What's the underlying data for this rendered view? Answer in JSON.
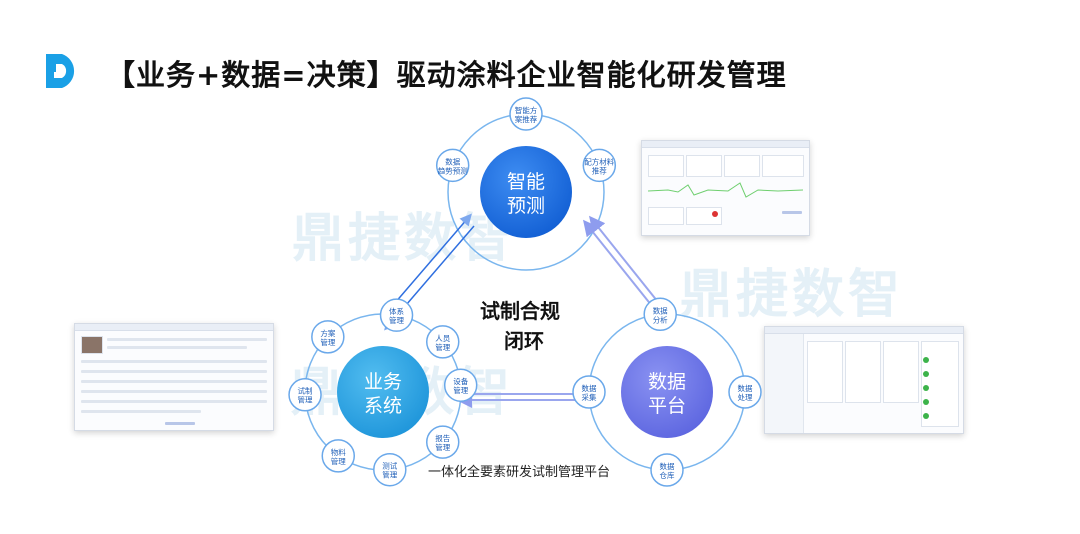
{
  "header": {
    "title": "【业务+数据=决策】驱动涂料企业智能化研发管理"
  },
  "watermark": {
    "text": "鼎捷数智"
  },
  "center": {
    "line1": "试制合规",
    "line2": "闭环"
  },
  "caption": "一体化全要素研发试制管理平台",
  "hubs": {
    "smart": {
      "line1": "智能",
      "line2": "预测",
      "color": "#1a6fe0"
    },
    "business": {
      "line1": "业务",
      "line2": "系统",
      "color": "#2aa4e4"
    },
    "data": {
      "line1": "数据",
      "line2": "平台",
      "color": "#6b74e8"
    }
  },
  "smart_nodes": [
    {
      "line1": "智能方",
      "line2": "案推荐"
    },
    {
      "line1": "数据",
      "line2": "趋势预测"
    },
    {
      "line1": "配方材料",
      "line2": "推荐"
    }
  ],
  "business_nodes": [
    {
      "line1": "体系",
      "line2": "管理"
    },
    {
      "line1": "人员",
      "line2": "管理"
    },
    {
      "line1": "设备",
      "line2": "管理"
    },
    {
      "line1": "报告",
      "line2": "管理"
    },
    {
      "line1": "测试",
      "line2": "管理"
    },
    {
      "line1": "物料",
      "line2": "管理"
    },
    {
      "line1": "试制",
      "line2": "管理"
    },
    {
      "line1": "方案",
      "line2": "管理"
    }
  ],
  "data_nodes": [
    {
      "line1": "数据",
      "line2": "分析"
    },
    {
      "line1": "数据",
      "line2": "处理"
    },
    {
      "line1": "数据",
      "line2": "仓库"
    },
    {
      "line1": "数据",
      "line2": "采集"
    }
  ],
  "colors": {
    "ring": "#7ab6ee",
    "node_border": "#6aa8ea",
    "node_text": "#1f5fb8",
    "arrow_a": "#8fb8f0",
    "arrow_b": "#9aa8f0"
  }
}
